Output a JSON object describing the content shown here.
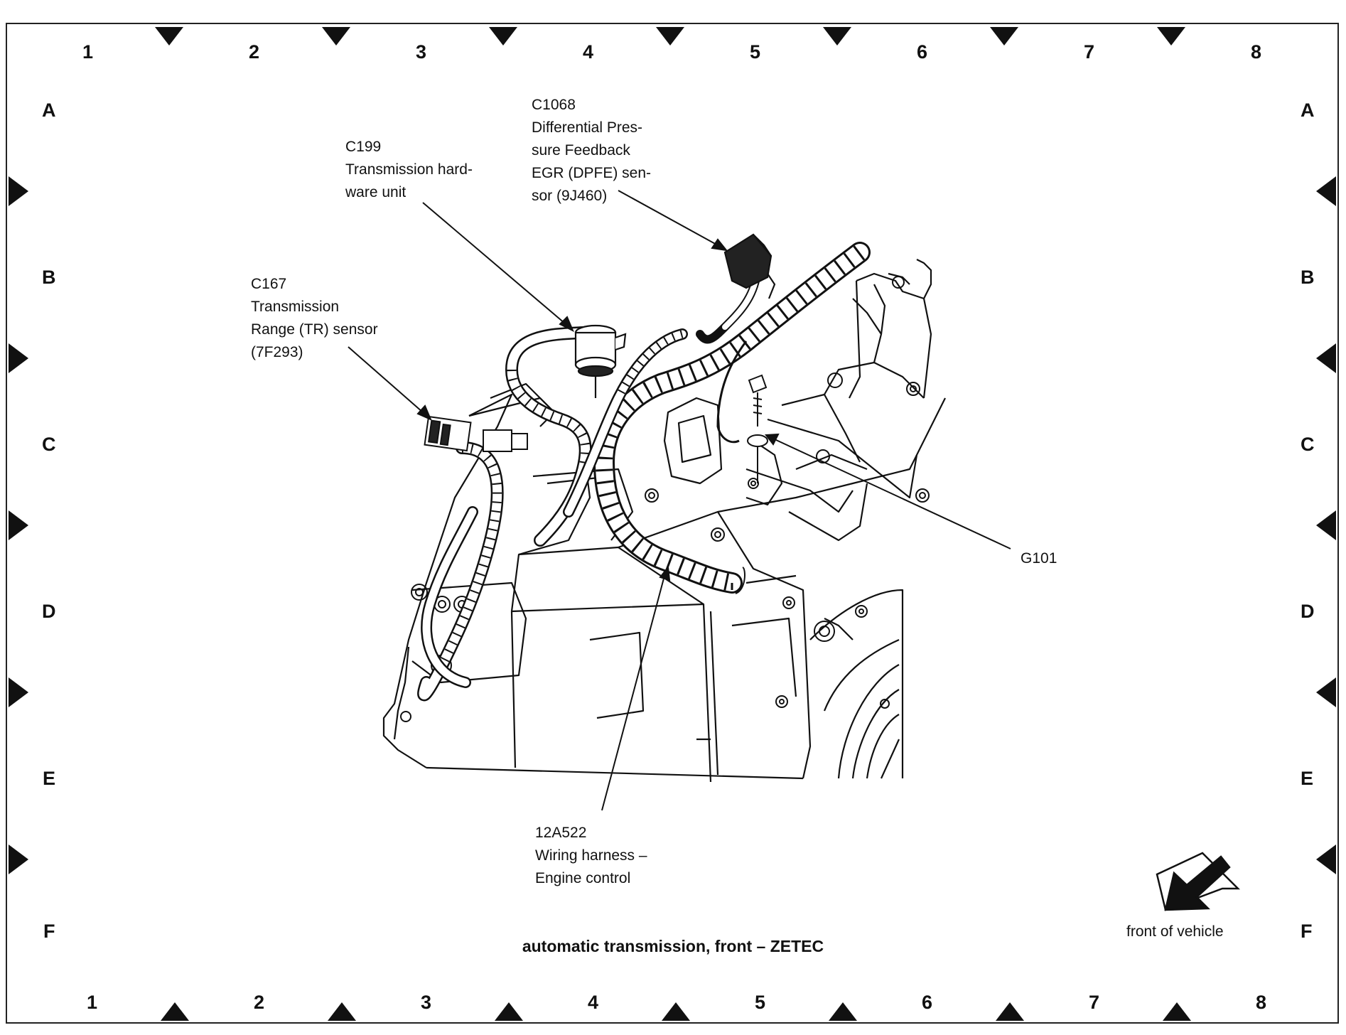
{
  "grid": {
    "columns": [
      "1",
      "2",
      "3",
      "4",
      "5",
      "6",
      "7",
      "8"
    ],
    "rows": [
      "A",
      "B",
      "C",
      "D",
      "E",
      "F"
    ]
  },
  "callouts": {
    "c1068": {
      "code": "C1068",
      "lines": [
        "Differential Pres-",
        "sure Feedback",
        "EGR (DPFE) sen-",
        "sor (9J460)"
      ]
    },
    "c199": {
      "code": "C199",
      "lines": [
        "Transmission hard-",
        "ware unit"
      ]
    },
    "c167": {
      "code": "C167",
      "lines": [
        "Transmission",
        "Range (TR) sensor",
        "(7F293)"
      ]
    },
    "g101": {
      "code": "G101"
    },
    "harness": {
      "code": "12A522",
      "lines": [
        "Wiring harness –",
        "Engine control"
      ]
    }
  },
  "caption": "automatic transmission, front – ZETEC",
  "front_of_vehicle_label": "front of vehicle"
}
